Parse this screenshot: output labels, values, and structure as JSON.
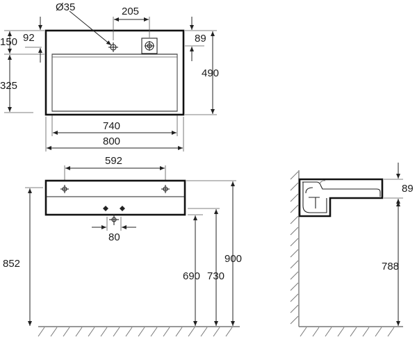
{
  "plan_view": {
    "tap_hole_dia": "Ø35",
    "tap_offset": "205",
    "depth_front_to_tap": "150",
    "depth_back_to_tap": "92",
    "inner_depth": "325",
    "overflow_offset": "89",
    "overall_depth": "490",
    "inner_width": "740",
    "overall_width": "800"
  },
  "front_view": {
    "fixing_spacing": "592",
    "waste_width": "80",
    "bottom_height": "852",
    "under_rim_height": "690",
    "under_body_height": "730",
    "top_height": "900"
  },
  "side_view": {
    "rim_depth": "89",
    "bowl_base_height": "788"
  }
}
